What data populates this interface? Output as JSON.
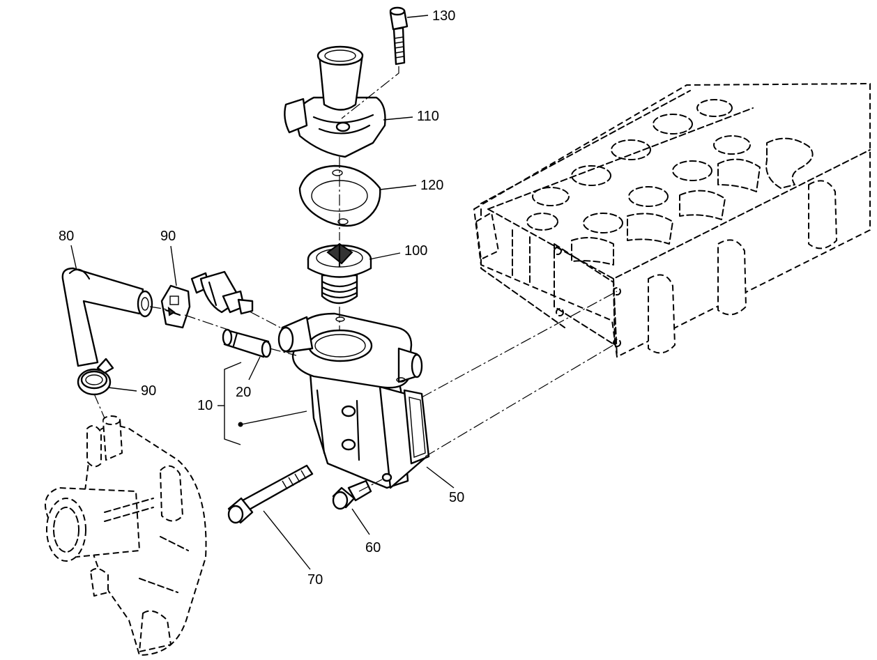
{
  "callouts": {
    "c10": "10",
    "c20": "20",
    "c50": "50",
    "c60": "60",
    "c70": "70",
    "c80": "80",
    "c90a": "90",
    "c90b": "90",
    "c100": "100",
    "c110": "110",
    "c120": "120",
    "c130": "130"
  }
}
